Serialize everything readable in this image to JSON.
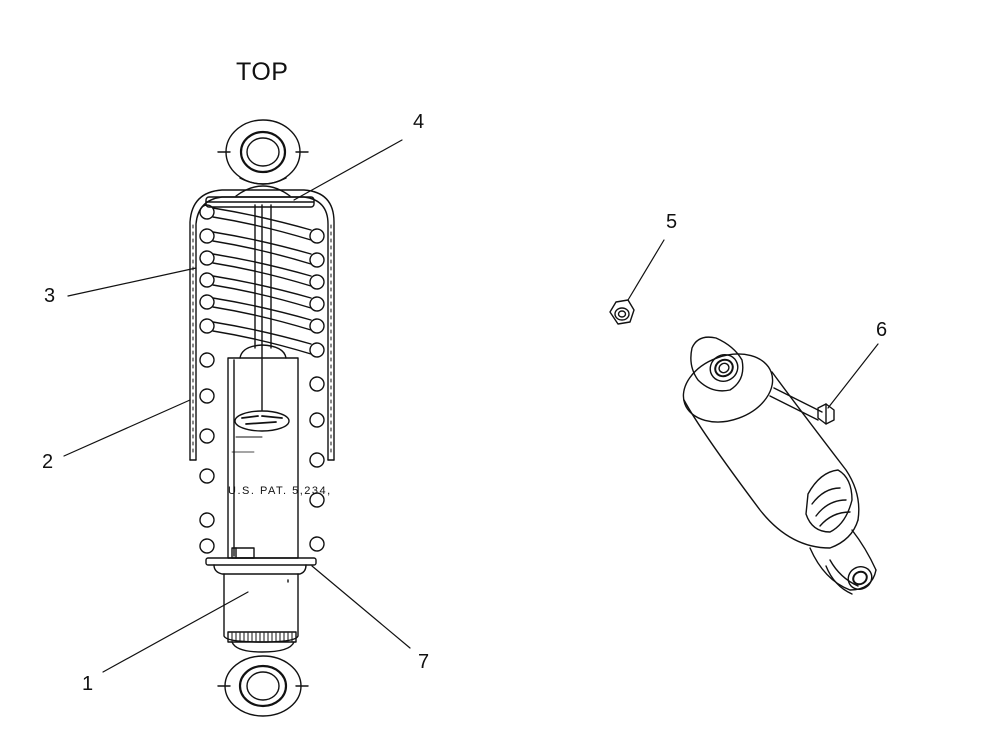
{
  "diagram": {
    "orientation_label": "TOP",
    "callouts": [
      "1",
      "2",
      "3",
      "4",
      "5",
      "6",
      "7"
    ],
    "shock_stamp": "U.S. PAT. 5,234,"
  },
  "colors": {
    "line": "#111111",
    "background": "#ffffff"
  }
}
